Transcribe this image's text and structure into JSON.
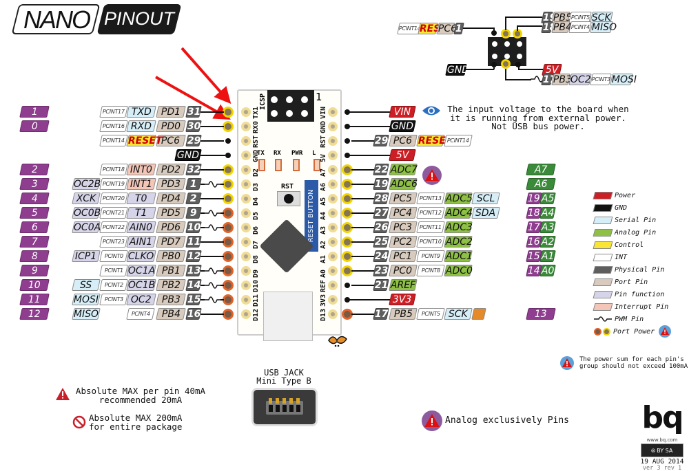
{
  "title": {
    "left": "NANO",
    "right": "PINOUT"
  },
  "icsp": {
    "label": "ICSP",
    "pin1_label": "1",
    "left_row": {
      "pcint": "PCINT14",
      "control": "RESET",
      "port": "PC6",
      "phys": "1"
    },
    "top_right_1": {
      "phys": "19",
      "port": "PB5",
      "pcint": "PCINT5",
      "serial": "SCK"
    },
    "top_right_2": {
      "phys": "18",
      "port": "PB4",
      "pcint": "PCINT4",
      "serial": "MISO"
    },
    "gnd": "GND",
    "power": "5V",
    "bottom_right": {
      "phys": "17",
      "port": "PB3",
      "func": "OC2A",
      "pcint": "PCINT3",
      "serial": "MOSI"
    }
  },
  "left_pins": [
    {
      "ard": "1",
      "pcint": "PCINT17",
      "serial": "TXD",
      "port": "PD1",
      "phys": "31",
      "pwm": false,
      "pin": "yellow",
      "board": "TX1"
    },
    {
      "ard": "0",
      "pcint": "PCINT16",
      "serial": "RXD",
      "port": "PD0",
      "phys": "30",
      "pwm": false,
      "pin": "yellow",
      "board": "RX0"
    },
    {
      "ard": "",
      "pcint": "PCINT14",
      "control": "RESET",
      "port": "PC6",
      "phys": "29",
      "pin": "dot",
      "board": "RST"
    },
    {
      "ard": "",
      "gnd": "GND",
      "pin": "dot",
      "board": "GND"
    },
    {
      "ard": "2",
      "pcint": "PCINT18",
      "int": "INT0",
      "port": "PD2",
      "phys": "32",
      "pin": "yellow",
      "board": "D2"
    },
    {
      "ard": "3",
      "func2": "OC2B",
      "pcint": "PCINT19",
      "int": "INT1",
      "port": "PD3",
      "phys": "1",
      "pwm": true,
      "pin": "yellow",
      "board": "D3"
    },
    {
      "ard": "4",
      "func2": "XCK",
      "pcint": "PCINT20",
      "func": "T0",
      "port": "PD4",
      "phys": "2",
      "pin": "yellow",
      "board": "D4"
    },
    {
      "ard": "5",
      "func2": "OC0B",
      "pcint": "PCINT21",
      "func": "T1",
      "port": "PD5",
      "phys": "9",
      "pwm": true,
      "pin": "orange",
      "board": "D5"
    },
    {
      "ard": "6",
      "func2": "OC0A",
      "pcint": "PCINT22",
      "func": "AIN0",
      "port": "PD6",
      "phys": "10",
      "pwm": true,
      "pin": "orange",
      "board": "D6"
    },
    {
      "ard": "7",
      "pcint": "PCINT23",
      "func": "AIN1",
      "port": "PD7",
      "phys": "11",
      "pin": "orange",
      "board": "D7"
    },
    {
      "ard": "8",
      "func2": "ICP1",
      "pcint": "PCINT0",
      "func": "CLKO",
      "port": "PB0",
      "phys": "12",
      "pin": "orange",
      "board": "D8"
    },
    {
      "ard": "9",
      "pcint": "PCINT1",
      "func": "OC1A",
      "port": "PB1",
      "phys": "13",
      "pwm": true,
      "pin": "orange",
      "board": "D9"
    },
    {
      "ard": "10",
      "serial2": "SS",
      "pcint": "PCINT2",
      "func": "OC1B",
      "port": "PB2",
      "phys": "14",
      "pwm": true,
      "pin": "orange",
      "board": "D10"
    },
    {
      "ard": "11",
      "serial2": "MOSI",
      "pcint": "PCINT3",
      "func": "OC2",
      "port": "PB3",
      "phys": "15",
      "pwm": true,
      "pin": "orange",
      "board": "D11"
    },
    {
      "ard": "12",
      "serial2": "MISO",
      "pcint": "PCINT4",
      "port": "PB4",
      "phys": "16",
      "pin": "orange",
      "board": "D12"
    }
  ],
  "right_pins": [
    {
      "power": "VIN",
      "pin": "dot",
      "board": "VIN"
    },
    {
      "gnd": "GND",
      "pin": "dot",
      "board": "GND"
    },
    {
      "phys": "29",
      "port": "PC6",
      "control": "RESET",
      "pcint": "PCINT14",
      "pin": "dot",
      "board": "RST"
    },
    {
      "power": "5V",
      "pin": "dot",
      "board": "5V"
    },
    {
      "phys": "22",
      "analog": "ADC7",
      "pin": "yellow",
      "board": "A7",
      "apin": "A7"
    },
    {
      "phys": "19",
      "analog": "ADC6",
      "pin": "yellow",
      "board": "A6",
      "apin": "A6"
    },
    {
      "phys": "28",
      "port": "PC5",
      "pcint": "PCINT13",
      "analog": "ADC5",
      "serial": "SCL",
      "pin": "yellow",
      "board": "A5",
      "ard": "19",
      "apin": "A5"
    },
    {
      "phys": "27",
      "port": "PC4",
      "pcint": "PCINT12",
      "analog": "ADC4",
      "serial": "SDA",
      "pin": "yellow",
      "board": "A4",
      "ard": "18",
      "apin": "A4"
    },
    {
      "phys": "26",
      "port": "PC3",
      "pcint": "PCINT11",
      "analog": "ADC3",
      "pin": "yellow",
      "board": "A3",
      "ard": "17",
      "apin": "A3"
    },
    {
      "phys": "25",
      "port": "PC2",
      "pcint": "PCINT10",
      "analog": "ADC2",
      "pin": "yellow",
      "board": "A2",
      "ard": "16",
      "apin": "A2"
    },
    {
      "phys": "24",
      "port": "PC1",
      "pcint": "PCINT9",
      "analog": "ADC1",
      "pin": "yellow",
      "board": "A1",
      "ard": "15",
      "apin": "A1"
    },
    {
      "phys": "23",
      "port": "PC0",
      "pcint": "PCINT8",
      "analog": "ADC0",
      "pin": "yellow",
      "board": "A0",
      "ard": "14",
      "apin": "A0"
    },
    {
      "phys": "21",
      "analog": "AREF",
      "pin": "dot",
      "board": "REF"
    },
    {
      "power": "3V3",
      "pin": "dot",
      "board": "3V3"
    },
    {
      "phys": "17",
      "port": "PB5",
      "pcint": "PCINT5",
      "serial": "SCK",
      "pin": "orange",
      "board": "D13",
      "ard": "13",
      "led": true
    }
  ],
  "board_labels": {
    "leds": [
      "TX",
      "RX",
      "PWR",
      "L"
    ],
    "rst": "RST",
    "reset_button": "RESET BUTTON"
  },
  "vin_note": [
    "The input voltage to the board when",
    "it is running from external power.",
    "Not USB bus power."
  ],
  "legend": [
    {
      "label": "Power",
      "color": "#cc1f25"
    },
    {
      "label": "GND",
      "color": "#111111"
    },
    {
      "label": "Serial Pin",
      "color": "#d6eef8"
    },
    {
      "label": "Analog Pin",
      "color": "#8dc045"
    },
    {
      "label": "Control",
      "color": "#f9e535"
    },
    {
      "label": "INT",
      "color": "#ffffff"
    },
    {
      "label": "Physical Pin",
      "color": "#5e5e5e"
    },
    {
      "label": "Port Pin",
      "color": "#d8cbbd"
    },
    {
      "label": "Pin function",
      "color": "#d6d4e8"
    },
    {
      "label": "Interrupt Pin",
      "color": "#f3c6b8"
    },
    {
      "label": "PWM Pin",
      "color": ""
    },
    {
      "label": "Port Power",
      "color": ""
    }
  ],
  "power_sum_note": [
    "The power sum for each pin's",
    "group should not exceed 100mA"
  ],
  "usb": {
    "line1": "USB JACK",
    "line2": "Mini Type B"
  },
  "max_pin_note": [
    "Absolute MAX per pin 40mA",
    "recommended 20mA"
  ],
  "max_pkg_note": [
    "Absolute MAX 200mA",
    "for entire package"
  ],
  "analog_note": "Analog exclusively Pins",
  "footer": {
    "brand": "bq",
    "url": "www.bq.com",
    "license": "BY SA",
    "date": "19 AUG 2014",
    "version": "ver 3 rev 1"
  }
}
